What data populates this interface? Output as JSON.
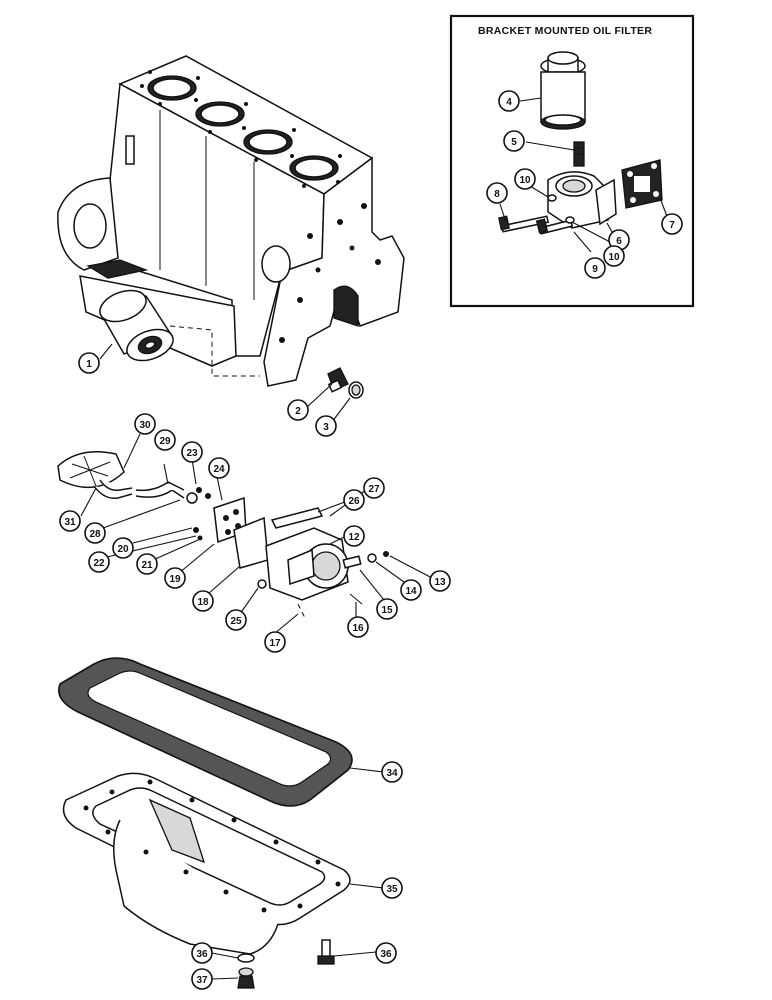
{
  "inset": {
    "title": "BRACKET MOUNTED OIL FILTER"
  },
  "callouts": [
    {
      "id": "c1",
      "label": "1"
    },
    {
      "id": "c2",
      "label": "2"
    },
    {
      "id": "c3",
      "label": "3"
    },
    {
      "id": "c4",
      "label": "4"
    },
    {
      "id": "c5",
      "label": "5"
    },
    {
      "id": "c6",
      "label": "6"
    },
    {
      "id": "c7",
      "label": "7"
    },
    {
      "id": "c8",
      "label": "8"
    },
    {
      "id": "c9",
      "label": "9"
    },
    {
      "id": "c10a",
      "label": "10"
    },
    {
      "id": "c10b",
      "label": "10"
    },
    {
      "id": "c12",
      "label": "12"
    },
    {
      "id": "c13",
      "label": "13"
    },
    {
      "id": "c14",
      "label": "14"
    },
    {
      "id": "c15",
      "label": "15"
    },
    {
      "id": "c16",
      "label": "16"
    },
    {
      "id": "c17",
      "label": "17"
    },
    {
      "id": "c18",
      "label": "18"
    },
    {
      "id": "c19",
      "label": "19"
    },
    {
      "id": "c20",
      "label": "20"
    },
    {
      "id": "c21",
      "label": "21"
    },
    {
      "id": "c22",
      "label": "22"
    },
    {
      "id": "c23",
      "label": "23"
    },
    {
      "id": "c24",
      "label": "24"
    },
    {
      "id": "c25",
      "label": "25"
    },
    {
      "id": "c26",
      "label": "26"
    },
    {
      "id": "c27",
      "label": "27"
    },
    {
      "id": "c28",
      "label": "28"
    },
    {
      "id": "c29",
      "label": "29"
    },
    {
      "id": "c30",
      "label": "30"
    },
    {
      "id": "c31",
      "label": "31"
    },
    {
      "id": "c34",
      "label": "34"
    },
    {
      "id": "c35",
      "label": "35"
    },
    {
      "id": "c36a",
      "label": "36"
    },
    {
      "id": "c36b",
      "label": "36"
    },
    {
      "id": "c37",
      "label": "37"
    }
  ]
}
